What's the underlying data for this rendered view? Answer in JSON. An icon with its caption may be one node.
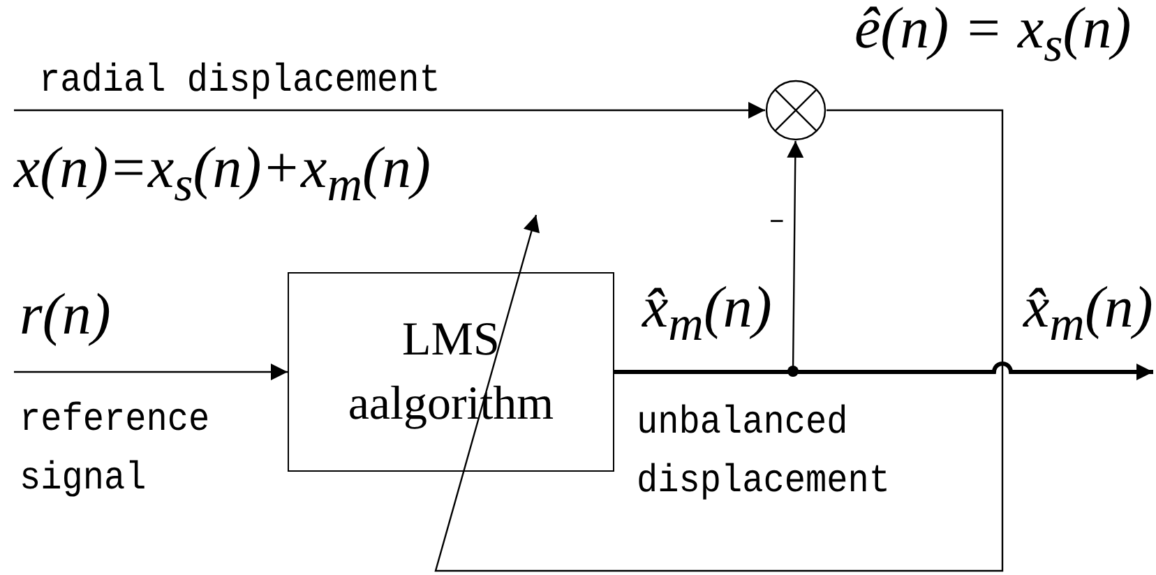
{
  "diagram": {
    "nodes": [
      {
        "text": [
          "LMS aalgorithm"
        ]
      },
      {
        "text": [],
        "shape": "circle"
      }
    ],
    "edges": [
      {
        "from": null,
        "to": 1,
        "arrow": "to"
      },
      {
        "from": null,
        "to": 0,
        "arrow": "to"
      },
      {
        "from": 0,
        "to": 1,
        "arrow": "to"
      },
      {
        "from": 0,
        "to": null,
        "arrow": "to",
        "style": "thick"
      },
      {
        "from": 1,
        "to": 0,
        "arrow": "to"
      }
    ],
    "labels": [
      "radial displacement",
      "x(n)=x$_{s}$(n)+x$_{m}$(n)",
      "ê(n) = x$_{s}$(n)",
      "r(n)",
      "reference signal",
      "−",
      "x̂$_{m}$(n)",
      "unbalanced displacement",
      "x̂$_{m}$(n)"
    ]
  }
}
